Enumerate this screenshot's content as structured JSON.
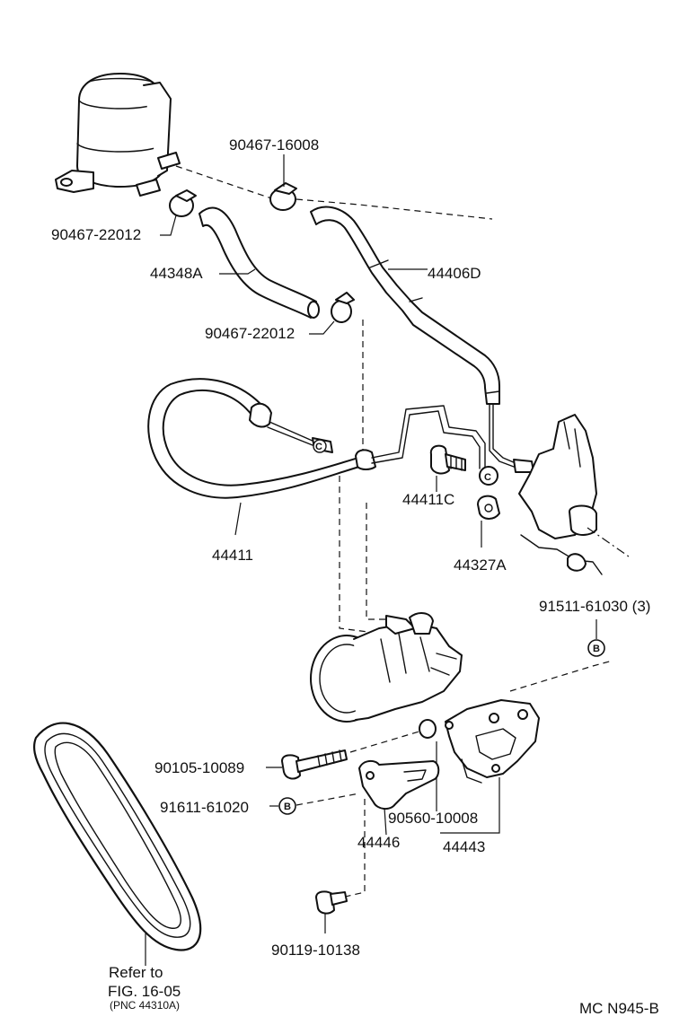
{
  "labels": {
    "clamp_upper": "90467-16008",
    "clamp_reservoir": "90467-22012",
    "hose_return": "44348A",
    "hose_supply": "44406D",
    "clamp_lower": "90467-22012",
    "pressure_tube": "44411",
    "union_bolt": "44411C",
    "clamp_tube": "44327A",
    "bolt_count": "91511-61030 (3)",
    "bolt_long": "90105-10089",
    "bolt_ref_b": "91611-61020",
    "spacer": "90560-10008",
    "bracket_sub": "44446",
    "bracket_main": "44443",
    "bolt_lower": "90119-10138",
    "refer_line1": "Refer to",
    "refer_line2": "FIG. 16-05",
    "refer_line3": "(PNC 44310A)",
    "drawing_code": "MC N945-B"
  },
  "markers": {
    "ref_b": "B",
    "ref_b2": "B",
    "fitting_c1": "C",
    "fitting_c2": "C"
  }
}
